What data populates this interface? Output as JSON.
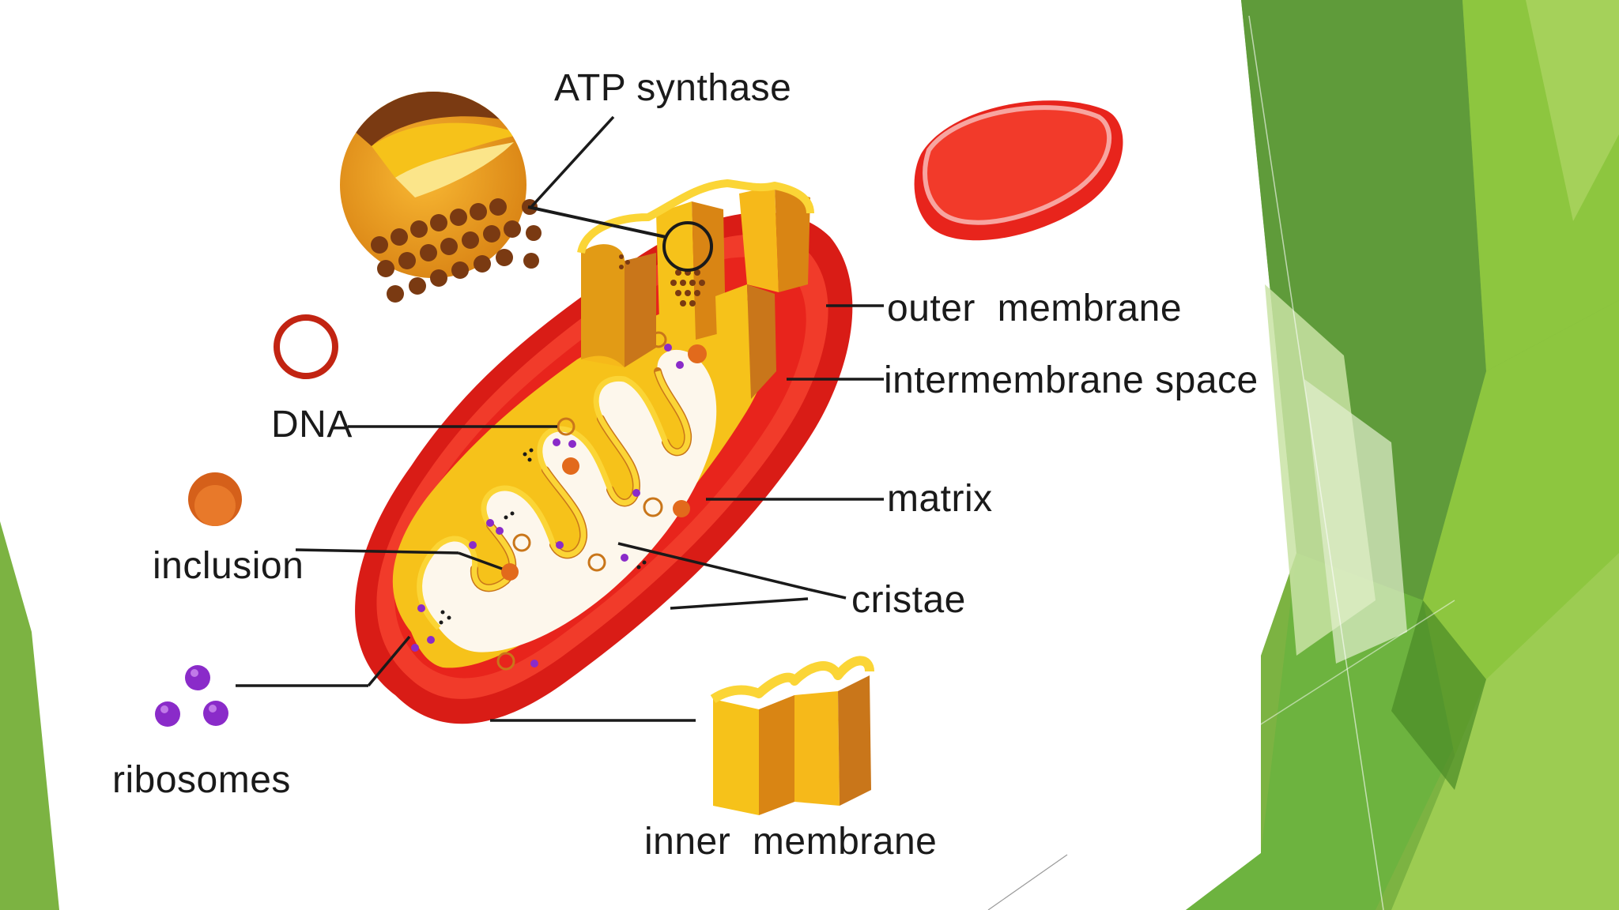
{
  "slide": {
    "theme_colors": {
      "green_dark": "#4a8a26",
      "green_mid": "#6aa83a",
      "green_light": "#8dc63f",
      "green_pale": "#c9e3a5"
    }
  },
  "diagram": {
    "labels": {
      "atp_synthase": "ATP synthase",
      "outer_membrane": "outer  membrane",
      "intermembrane_space": "intermembrane space",
      "dna": "DNA",
      "matrix": "matrix",
      "inclusion": "inclusion",
      "cristae": "cristae",
      "ribosomes": "ribosomes",
      "inner_membrane": "inner  membrane"
    },
    "colors": {
      "outer_membrane": "#e8241c",
      "inner_membrane": "#f6c21a",
      "matrix": "#fdf7ec",
      "crista_shadow": "#c9761a",
      "inclusion": "#e26a1c",
      "ribosome": "#8a2bc9",
      "atp_head": "#7a3a12"
    }
  }
}
